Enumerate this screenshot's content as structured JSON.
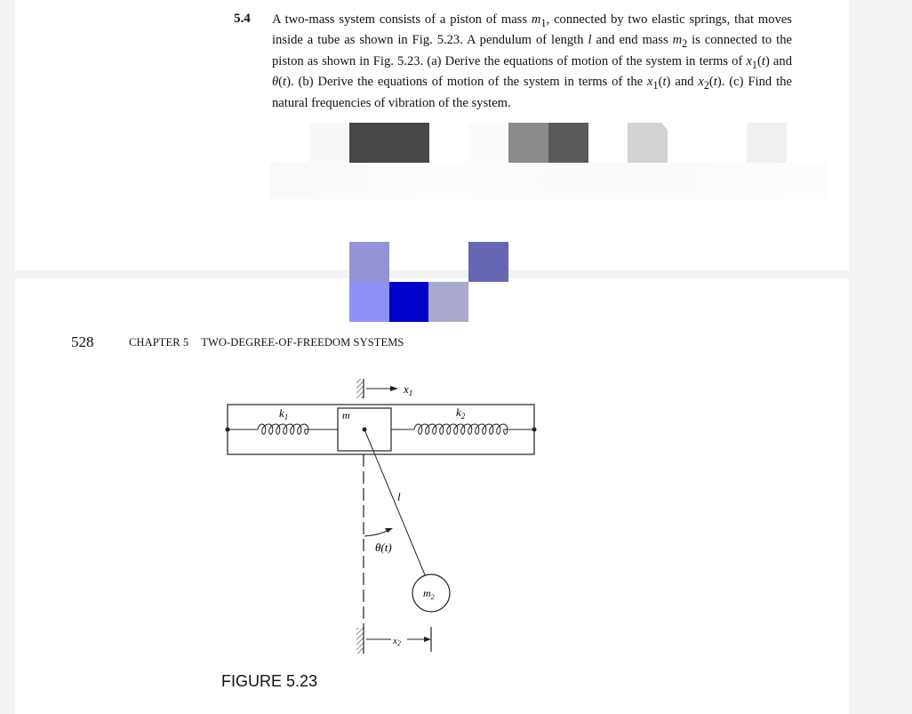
{
  "problem": {
    "number": "5.4",
    "text_html": "A two-mass system consists of a piston of mass <i>m</i><sub>1</sub>, connected by two elastic springs, that moves inside a tube as shown in Fig. 5.23. A pendulum of length <i>l</i> and end mass <i>m</i><sub>2</sub> is connected to the piston as shown in Fig. 5.23. (a) Derive the equations of motion of the system in terms of <i>x</i><sub>1</sub>(<i>t</i>) and <i>θ</i>(<i>t</i>). (b) Derive the equations of motion of the system in terms of the <i>x</i><sub>1</sub>(<i>t</i>) and <i>x</i><sub>2</sub>(<i>t</i>). (c) Find the natural frequencies of vibration of the system."
  },
  "artifacts": {
    "gray_blocks": [
      "#f8f8f8",
      "#474747",
      "#474747",
      "#fafafa",
      "#8b8b8b",
      "#5a5a5a",
      "#d2d2d2",
      "#f0f0f0"
    ],
    "blue_blocks": [
      "#9393d6",
      "#6666b2",
      "#8f8ff6",
      "#0000c8",
      "#a9a9d0"
    ]
  },
  "page_footer": {
    "page_number": "528",
    "chapter": "CHAPTER 5",
    "chapter_title": "TWO-DEGREE-OF-FREEDOM SYSTEMS"
  },
  "figure": {
    "caption": "FIGURE 5.23",
    "labels": {
      "x1": "x",
      "x1_sub": "1",
      "k1": "k",
      "k1_sub": "1",
      "m": "m",
      "k2": "k",
      "k2_sub": "2",
      "l": "l",
      "theta": "θ(t)",
      "m2": "m",
      "m2_sub": "2",
      "x2": "x",
      "x2_sub": "2"
    }
  }
}
